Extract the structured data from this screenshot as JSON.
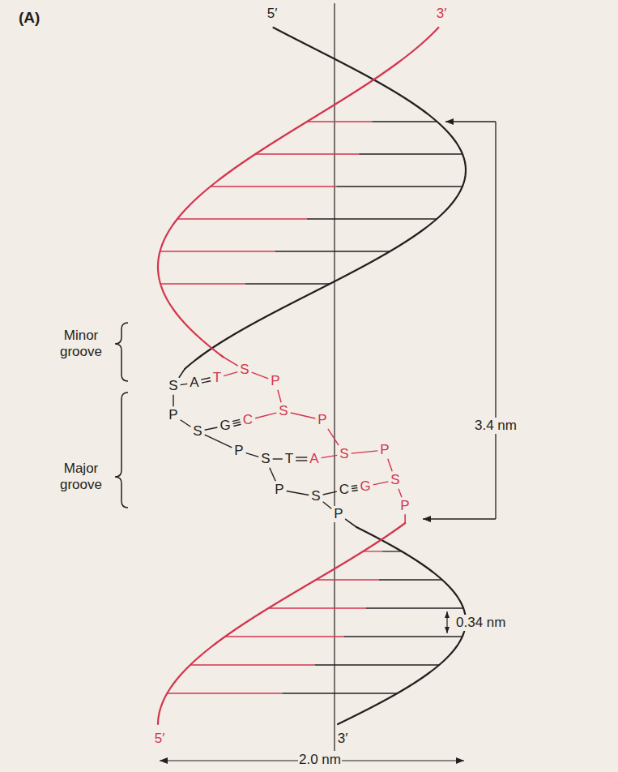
{
  "diagram": {
    "labels": [
      "(A)",
      "5′",
      "3′",
      "Minor groove",
      "S",
      "A",
      "T",
      "S",
      "P",
      "P",
      "S",
      "G",
      "C",
      "S",
      "P",
      "Major groove",
      "P",
      "S",
      "T",
      "A",
      "S",
      "P",
      "3.4 nm",
      "P",
      "S",
      "C",
      "G",
      "S",
      "P",
      "P",
      "0.34 nm",
      "5′",
      "3′",
      "2.0 nm"
    ]
  }
}
